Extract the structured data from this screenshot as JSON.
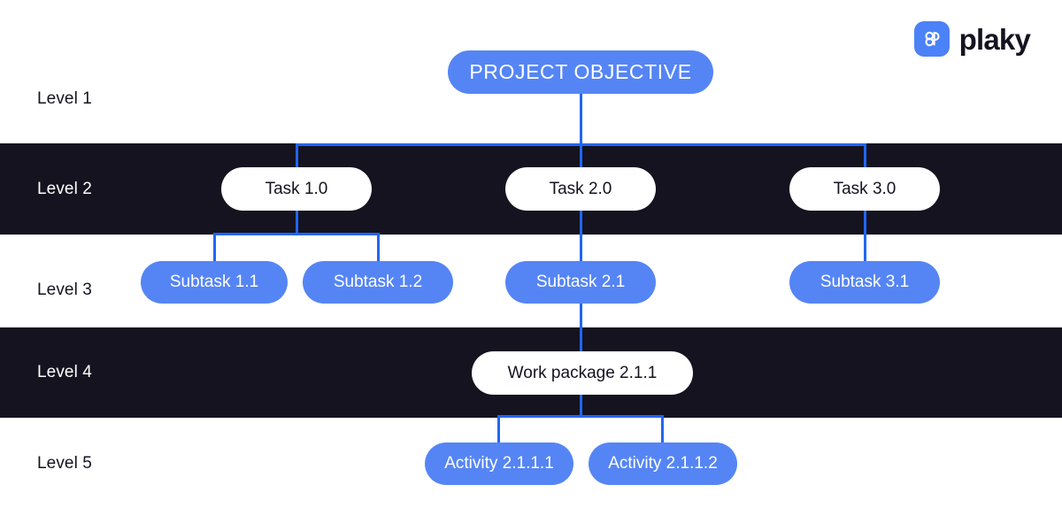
{
  "brand": {
    "name": "plaky",
    "mark_icon": "plaky-logo-icon",
    "mark_color": "#4c82f7",
    "word_color": "#15131f"
  },
  "colors": {
    "node_blue": "#5585f5",
    "node_white": "#ffffff",
    "band_dark": "#15131f",
    "connector_blue": "#2166f3",
    "text_dark": "#15131f",
    "text_light": "#ffffff",
    "page_background": "#ffffff"
  },
  "levels": [
    {
      "label": "Level 1",
      "band": "light"
    },
    {
      "label": "Level 2",
      "band": "dark"
    },
    {
      "label": "Level 3",
      "band": "light"
    },
    {
      "label": "Level 4",
      "band": "dark"
    },
    {
      "label": "Level 5",
      "band": "light"
    }
  ],
  "nodes": {
    "root": {
      "label": "PROJECT OBJECTIVE",
      "level": 1,
      "style": "blue"
    },
    "task_1": {
      "label": "Task 1.0",
      "level": 2,
      "style": "white"
    },
    "task_2": {
      "label": "Task 2.0",
      "level": 2,
      "style": "white"
    },
    "task_3": {
      "label": "Task 3.0",
      "level": 2,
      "style": "white"
    },
    "subtask_1_1": {
      "label": "Subtask 1.1",
      "level": 3,
      "style": "blue"
    },
    "subtask_1_2": {
      "label": "Subtask 1.2",
      "level": 3,
      "style": "blue"
    },
    "subtask_2_1": {
      "label": "Subtask 2.1",
      "level": 3,
      "style": "blue"
    },
    "subtask_3_1": {
      "label": "Subtask 3.1",
      "level": 3,
      "style": "blue"
    },
    "work_package_2_1_1": {
      "label": "Work package 2.1.1",
      "level": 4,
      "style": "white"
    },
    "activity_2_1_1_1": {
      "label": "Activity 2.1.1.1",
      "level": 5,
      "style": "blue"
    },
    "activity_2_1_1_2": {
      "label": "Activity 2.1.1.2",
      "level": 5,
      "style": "blue"
    }
  }
}
